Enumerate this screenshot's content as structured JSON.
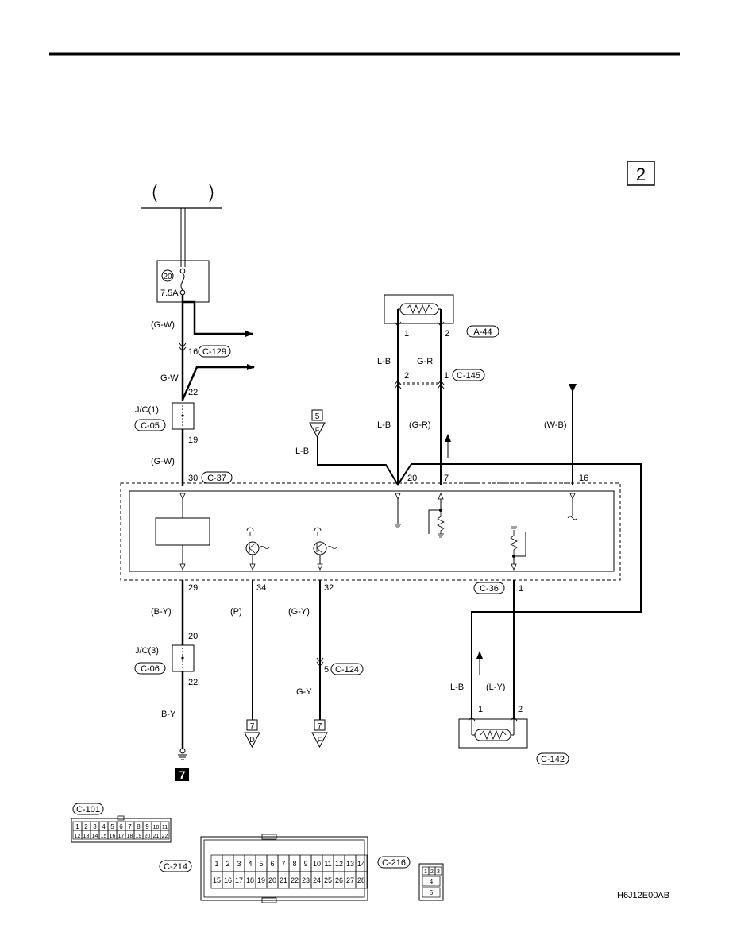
{
  "page": {
    "number": "2",
    "figure_code": "H6J12E00AB"
  },
  "fuse": {
    "number": "20",
    "rating": "7.5A"
  },
  "ground_marker": "7",
  "wire_labels": {
    "gw_top": "(G-W)",
    "gw_mid": "G-W",
    "gw_low": "(G-W)",
    "lb_a44": "L-B",
    "gr_a44": "G-R",
    "lb_mid": "L-B",
    "gr_mid": "(G-R)",
    "lb_left": "L-B",
    "wb": "(W-B)",
    "by_top": "(B-Y)",
    "by_low": "B-Y",
    "p": "(P)",
    "gy_top": "(G-Y)",
    "gy_low": "G-Y",
    "lb_c142": "L-B",
    "ly_c142": "(L-Y)"
  },
  "pins": {
    "p16": "16",
    "p22a": "22",
    "p19": "19",
    "p30": "30",
    "a44_1": "1",
    "a44_2": "2",
    "c145_2": "2",
    "c145_1": "1",
    "ecu_20": "20",
    "ecu_7": "7",
    "ecu_16": "16",
    "p29": "29",
    "p34": "34",
    "p32": "32",
    "c36_1": "1",
    "jc3_20": "20",
    "jc3_22": "22",
    "c124_5": "5",
    "c142_1": "1",
    "c142_2": "2"
  },
  "connectors": {
    "c129": "C-129",
    "c05": "C-05",
    "c37": "C-37",
    "a44": "A-44",
    "c145": "C-145",
    "c36": "C-36",
    "c06": "C-06",
    "c124": "C-124",
    "c142": "C-142",
    "c101": "C-101",
    "c214": "C-214",
    "c216": "C-216"
  },
  "jc": {
    "jc1": "J/C(1)",
    "jc3": "J/C(3)"
  },
  "refs": {
    "ref5": "5",
    "refF_top": "F",
    "ref7d": "7",
    "refD": "D",
    "ref7f": "7",
    "refF_bot": "F"
  },
  "c101_pins": {
    "top": [
      "1",
      "2",
      "3",
      "4",
      "5",
      "6",
      "7",
      "8",
      "9",
      "10",
      "11"
    ],
    "bottom": [
      "12",
      "13",
      "14",
      "15",
      "16",
      "17",
      "18",
      "19",
      "20",
      "21",
      "22"
    ]
  },
  "c214_pins": {
    "top": [
      "1",
      "2",
      "3",
      "4",
      "5",
      "6",
      "7",
      "8",
      "9",
      "10",
      "11",
      "12",
      "13",
      "14"
    ],
    "bottom": [
      "15",
      "16",
      "17",
      "18",
      "19",
      "20",
      "21",
      "22",
      "23",
      "24",
      "25",
      "26",
      "27",
      "28"
    ]
  },
  "c216_pins": {
    "top": [
      "1",
      "2",
      "3"
    ],
    "mid": "4",
    "bottom": "5"
  }
}
